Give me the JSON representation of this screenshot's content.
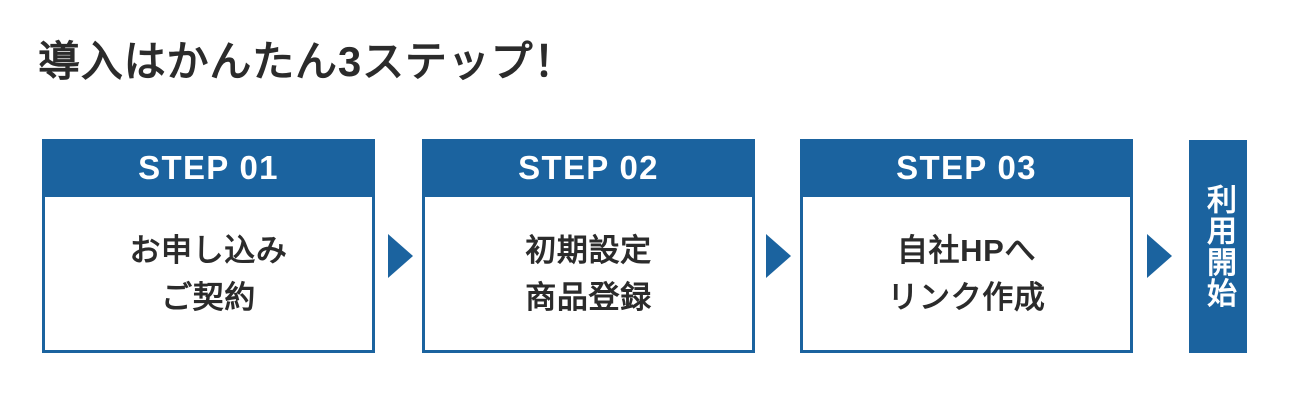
{
  "heading": {
    "text": "導入はかんたん3ステップ！"
  },
  "colors": {
    "brand_blue": "#1b639f",
    "text_dark": "#2b2b2b",
    "card_background": "#ffffff",
    "page_background": "#ffffff"
  },
  "steps": [
    {
      "header": "STEP 01",
      "lines": [
        "お申し込み",
        "ご契約"
      ]
    },
    {
      "header": "STEP 02",
      "lines": [
        "初期設定",
        "商品登録"
      ]
    },
    {
      "header": "STEP 03",
      "lines": [
        "自社HPへ",
        "リンク作成"
      ]
    }
  ],
  "arrows": [
    {
      "icon": "triangle-right-icon"
    },
    {
      "icon": "triangle-right-icon"
    },
    {
      "icon": "triangle-right-icon"
    }
  ],
  "final_block": {
    "text": "利用開始",
    "orientation": "vertical"
  }
}
